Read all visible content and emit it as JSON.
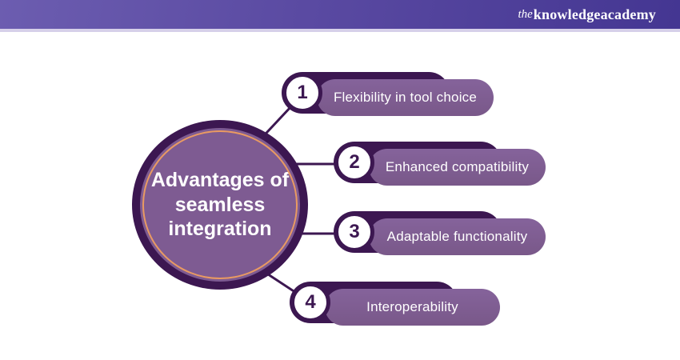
{
  "header": {
    "logo": {
      "the": "the",
      "rest": "knowledgeacademy"
    }
  },
  "diagram": {
    "center": {
      "title": "Advantages of seamless integration"
    },
    "items": [
      {
        "number": "1",
        "label": "Flexibility in tool choice"
      },
      {
        "number": "2",
        "label": "Enhanced compatibility"
      },
      {
        "number": "3",
        "label": "Adaptable functionality"
      },
      {
        "number": "4",
        "label": "Interoperability"
      }
    ],
    "colors": {
      "dark_purple": "#3c1751",
      "circle_fill": "#7e5b92",
      "pill_fill": "#7d5c90",
      "accent_orange": "#e99a62",
      "header_left": "#6c5db0",
      "header_right": "#443692",
      "header_strip": "#d6d0e9",
      "text": "#ffffff"
    }
  }
}
